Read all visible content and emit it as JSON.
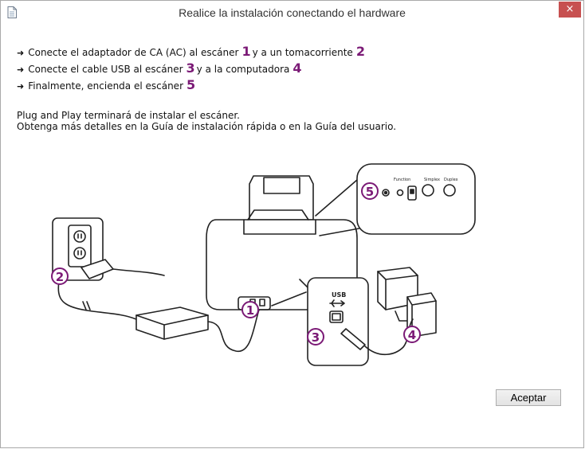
{
  "window": {
    "title": "Realice la instalación conectando el hardware",
    "close_glyph": "×",
    "title_icon": "document-icon",
    "close_color": "#c75050"
  },
  "steps": [
    {
      "bullet": "➜",
      "text_a": "Conecte el adaptador de CA (AC) al escáner",
      "num_a": "1",
      "text_b": "y a un tomacorriente",
      "num_b": "2"
    },
    {
      "bullet": "➜",
      "text_a": "Conecte el cable USB al escáner",
      "num_a": "3",
      "text_b": "y a la computadora",
      "num_b": "4"
    },
    {
      "bullet": "➜",
      "text_a": "Finalmente, encienda el escáner",
      "num_a": "5",
      "text_b": "",
      "num_b": ""
    }
  ],
  "info": {
    "line1": "Plug and Play terminará de instalar el escáner.",
    "line2": "Obtenga más detalles en la Guía de instalación rápida o en la Guía del usuario."
  },
  "diagram": {
    "callouts": [
      "1",
      "2",
      "3",
      "4",
      "5"
    ],
    "panel_labels": {
      "function": "Function",
      "simplex": "Simplex",
      "duplex": "Duplex"
    },
    "usb_label": "USB",
    "accent_color": "#7b1a76"
  },
  "buttons": {
    "ok_label": "Aceptar"
  }
}
